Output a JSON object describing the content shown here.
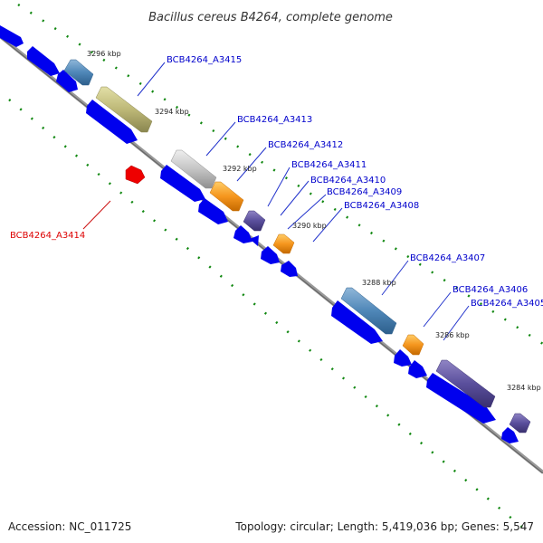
{
  "title": "Bacillus cereus B4264, complete genome",
  "ticks": [
    "3296 kbp",
    "3294 kbp",
    "3292 kbp",
    "3290 kbp",
    "3288 kbp",
    "3286 kbp",
    "3284 kbp"
  ],
  "genes": [
    {
      "label": "BCB4264_A3415",
      "color": "#0000cc"
    },
    {
      "label": "BCB4264_A3413",
      "color": "#0000cc"
    },
    {
      "label": "BCB4264_A3412",
      "color": "#0000cc"
    },
    {
      "label": "BCB4264_A3411",
      "color": "#0000cc"
    },
    {
      "label": "BCB4264_A3410",
      "color": "#0000cc"
    },
    {
      "label": "BCB4264_A3409",
      "color": "#0000cc"
    },
    {
      "label": "BCB4264_A3408",
      "color": "#0000cc"
    },
    {
      "label": "BCB4264_A3407",
      "color": "#0000cc"
    },
    {
      "label": "BCB4264_A3406",
      "color": "#0000cc"
    },
    {
      "label": "BCB4264_A3405",
      "color": "#0000cc"
    },
    {
      "label": "BCB4264_A3414",
      "color": "#dd0000"
    }
  ],
  "footer": {
    "accession": "Accession: NC_011725",
    "topology": "Topology: circular; Length: 5,419,036 bp; Genes: 5,547"
  },
  "colors": {
    "backbone": "#888888",
    "cds": "#0000ee",
    "rev_strand_gene": "#ee0000",
    "tick_dots": "#118811"
  }
}
